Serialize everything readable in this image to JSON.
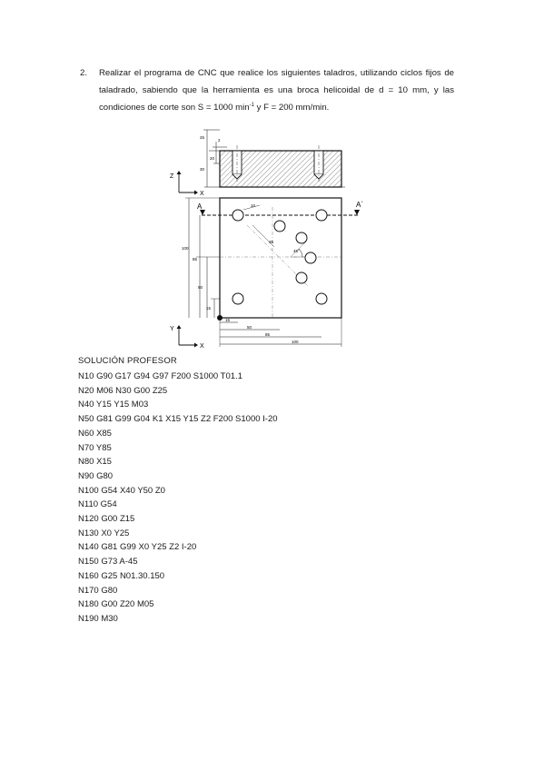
{
  "problem": {
    "number": "2.",
    "text_main": "Realizar el programa de CNC que realice los siguientes taladros, utilizando ciclos fijos de taladrado, sabiendo que la herramienta es una broca helicoidal de d = 10 mm, y las condiciones de corte son S = 1000 min",
    "text_sup": "-1",
    "text_end": " y F = 200 mm/min."
  },
  "figure": {
    "axes": {
      "z": "Z",
      "x": "X",
      "y": "Y",
      "x2": "X"
    },
    "sections": {
      "a": "A",
      "a_prime": "A`"
    },
    "dims": {
      "d25": "25",
      "d2": "2",
      "d20": "20",
      "d30": "30",
      "d10_dia": "10",
      "r35": "35",
      "a45": "45°",
      "d100": "100",
      "d85": "85",
      "d50": "50",
      "d15": "15",
      "h15": "15",
      "h50": "50",
      "h85": "85",
      "h100": "100"
    }
  },
  "solution": {
    "title": "SOLUCIÓN PROFESOR",
    "lines": [
      "N10 G90 G17 G94 G97 F200 S1000 T01.1",
      "N20 M06 N30 G00 Z25",
      "N40 Y15 Y15 M03",
      "N50 G81 G99 G04 K1 X15 Y15 Z2 F200 S1000 I-20",
      "N60 X85",
      "N70 Y85",
      "N80 X15",
      "N90 G80",
      "N100 G54 X40 Y50 Z0",
      "N110 G54",
      "N120 G00 Z15",
      "N130 X0 Y25",
      "N140 G81 G99 X0 Y25 Z2 I-20",
      "N150 G73 A-45",
      "N160 G25 N01.30.150",
      "N170 G80",
      "N180 G00 Z20 M05",
      "N190 M30"
    ]
  }
}
